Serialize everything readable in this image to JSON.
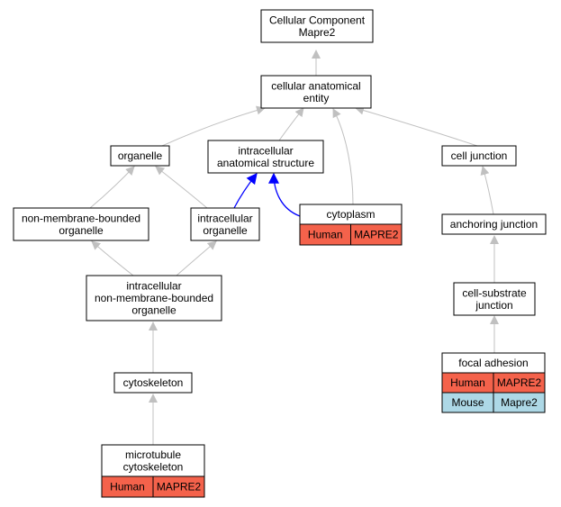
{
  "colors": {
    "edge_default": "#c0c0c0",
    "edge_highlight": "#0000ff",
    "human_fill": "#f4624b",
    "mouse_fill": "#add8e6",
    "node_border": "#000000",
    "node_fill": "#ffffff"
  },
  "nodes": {
    "root": {
      "lines": [
        "Cellular Component",
        "Mapre2"
      ]
    },
    "cellular_anatomical_entity": {
      "lines": [
        "cellular anatomical",
        "entity"
      ]
    },
    "organelle": {
      "lines": [
        "organelle"
      ]
    },
    "intracellular_anatomical_structure": {
      "lines": [
        "intracellular",
        "anatomical structure"
      ]
    },
    "cell_junction": {
      "lines": [
        "cell junction"
      ]
    },
    "non_membrane_bounded_organelle": {
      "lines": [
        "non-membrane-bounded",
        "organelle"
      ]
    },
    "intracellular_organelle": {
      "lines": [
        "intracellular",
        "organelle"
      ]
    },
    "cytoplasm": {
      "lines": [
        "cytoplasm"
      ],
      "rows": [
        [
          "Human",
          "MAPRE2"
        ]
      ]
    },
    "anchoring_junction": {
      "lines": [
        "anchoring junction"
      ]
    },
    "intracellular_non_membrane_bounded_organelle": {
      "lines": [
        "intracellular",
        "non-membrane-bounded",
        "organelle"
      ]
    },
    "cell_substrate_junction": {
      "lines": [
        "cell-substrate",
        "junction"
      ]
    },
    "cytoskeleton": {
      "lines": [
        "cytoskeleton"
      ]
    },
    "focal_adhesion": {
      "lines": [
        "focal adhesion"
      ],
      "rows": [
        [
          "Human",
          "MAPRE2"
        ],
        [
          "Mouse",
          "Mapre2"
        ]
      ]
    },
    "microtubule_cytoskeleton": {
      "lines": [
        "microtubule",
        "cytoskeleton"
      ],
      "rows": [
        [
          "Human",
          "MAPRE2"
        ]
      ]
    }
  },
  "edges": [
    {
      "from": "cellular_anatomical_entity",
      "to": "root",
      "highlight": false
    },
    {
      "from": "organelle",
      "to": "cellular_anatomical_entity",
      "highlight": false
    },
    {
      "from": "intracellular_anatomical_structure",
      "to": "cellular_anatomical_entity",
      "highlight": false
    },
    {
      "from": "cell_junction",
      "to": "cellular_anatomical_entity",
      "highlight": false
    },
    {
      "from": "cytoplasm",
      "to": "cellular_anatomical_entity",
      "highlight": false
    },
    {
      "from": "non_membrane_bounded_organelle",
      "to": "organelle",
      "highlight": false
    },
    {
      "from": "intracellular_organelle",
      "to": "organelle",
      "highlight": false
    },
    {
      "from": "intracellular_organelle",
      "to": "intracellular_anatomical_structure",
      "highlight": true
    },
    {
      "from": "cytoplasm",
      "to": "intracellular_anatomical_structure",
      "highlight": true
    },
    {
      "from": "anchoring_junction",
      "to": "cell_junction",
      "highlight": false
    },
    {
      "from": "intracellular_non_membrane_bounded_organelle",
      "to": "non_membrane_bounded_organelle",
      "highlight": false
    },
    {
      "from": "intracellular_non_membrane_bounded_organelle",
      "to": "intracellular_organelle",
      "highlight": false
    },
    {
      "from": "cell_substrate_junction",
      "to": "anchoring_junction",
      "highlight": false
    },
    {
      "from": "cytoskeleton",
      "to": "intracellular_non_membrane_bounded_organelle",
      "highlight": false
    },
    {
      "from": "focal_adhesion",
      "to": "cell_substrate_junction",
      "highlight": false
    },
    {
      "from": "microtubule_cytoskeleton",
      "to": "cytoskeleton",
      "highlight": false
    }
  ]
}
